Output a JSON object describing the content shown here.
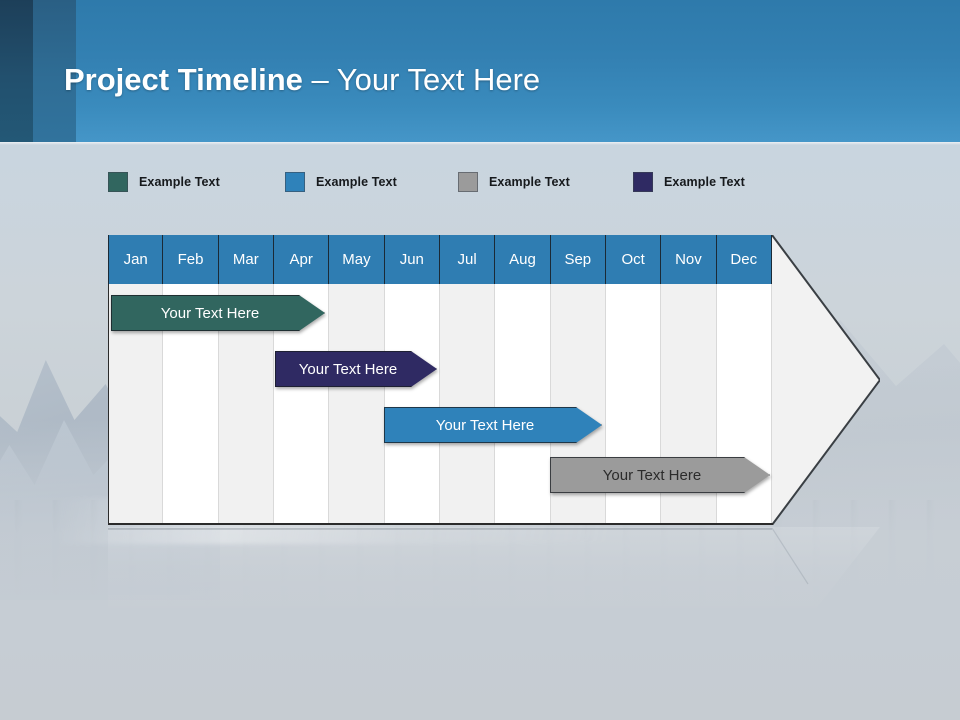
{
  "header": {
    "title_bold": "Project Timeline ",
    "title_light": "– Your Text Here"
  },
  "legend": {
    "items": [
      {
        "label": "Example Text",
        "color": "#31665f",
        "icon": "legend-swatch-icon"
      },
      {
        "label": "Example Text",
        "color": "#2f82ba",
        "icon": "legend-swatch-icon"
      },
      {
        "label": "Example Text",
        "color": "#9b9b9b",
        "icon": "legend-swatch-icon"
      },
      {
        "label": "Example Text",
        "color": "#2f2a63",
        "icon": "legend-swatch-icon"
      }
    ]
  },
  "timeline": {
    "months": [
      "Jan",
      "Feb",
      "Mar",
      "Apr",
      "May",
      "Jun",
      "Jul",
      "Aug",
      "Sep",
      "Oct",
      "Nov",
      "Dec"
    ],
    "header_color": "#2f7db2",
    "body_color": "#f2f2f2",
    "stripe_color": "#f1f1f1",
    "bars": [
      {
        "label": "Your  Text Here",
        "color": "#31665f",
        "text_color": "#ffffff",
        "start_month": "Jan",
        "end_month": "Apr"
      },
      {
        "label": "Your  Text Here",
        "color": "#2f2a63",
        "text_color": "#ffffff",
        "start_month": "Apr",
        "end_month": "Jun"
      },
      {
        "label": "Your  Text Here",
        "color": "#2f82ba",
        "text_color": "#ffffff",
        "start_month": "Jun",
        "end_month": "Sep"
      },
      {
        "label": "Your  Text Here",
        "color": "#9b9b9b",
        "text_color": "#2b2b2b",
        "start_month": "Sep",
        "end_month": "Dec"
      }
    ]
  },
  "chart_data": {
    "type": "bar",
    "title": "Project Timeline – Your Text Here",
    "categories": [
      "Jan",
      "Feb",
      "Mar",
      "Apr",
      "May",
      "Jun",
      "Jul",
      "Aug",
      "Sep",
      "Oct",
      "Nov",
      "Dec"
    ],
    "xlabel": "",
    "ylabel": "",
    "legend": [
      "Example Text",
      "Example Text",
      "Example Text",
      "Example Text"
    ],
    "series": [
      {
        "name": "Your  Text Here",
        "start": 0,
        "end": 3.9,
        "color": "#31665f"
      },
      {
        "name": "Your  Text Here",
        "start": 3.0,
        "end": 6.0,
        "color": "#2f2a63"
      },
      {
        "name": "Your  Text Here",
        "start": 5.0,
        "end": 9.0,
        "color": "#2f82ba"
      },
      {
        "name": "Your  Text Here",
        "start": 8.0,
        "end": 12.0,
        "color": "#9b9b9b"
      }
    ]
  }
}
